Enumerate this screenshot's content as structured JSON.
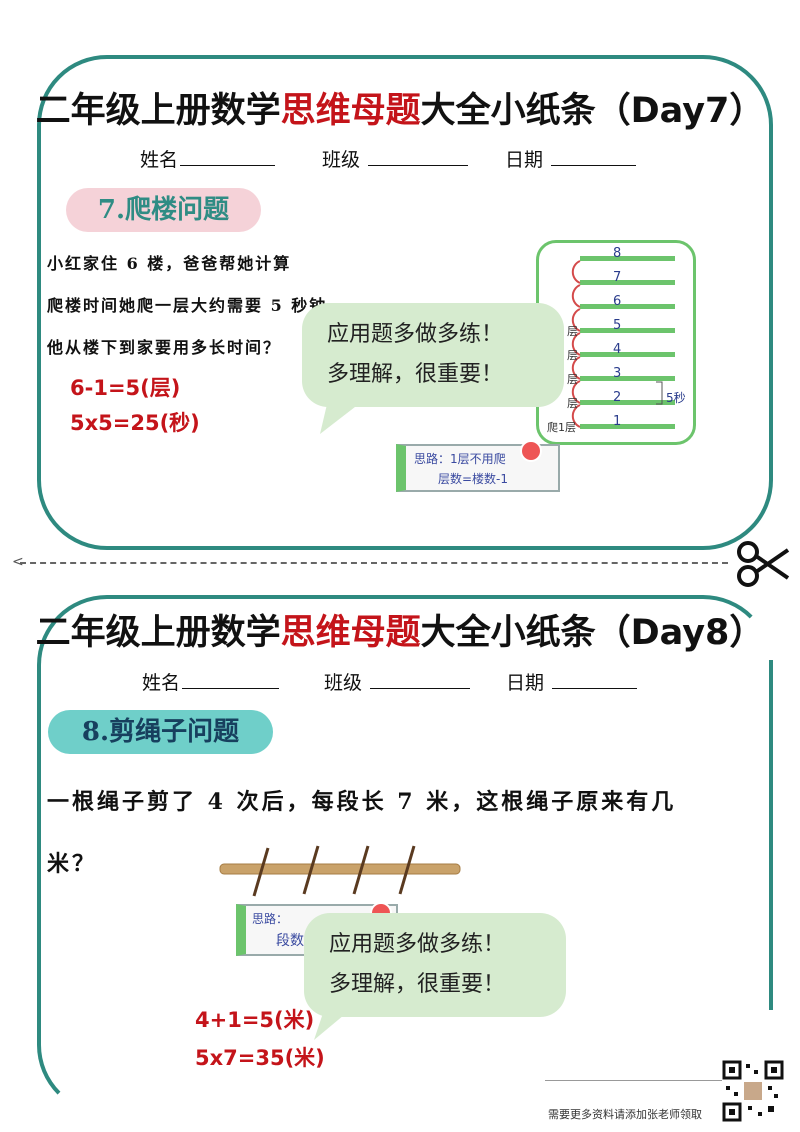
{
  "day7": {
    "title_prefix": "二年级上册数学",
    "title_highlight": "思维母题",
    "title_suffix": "大全小纸条（Day7）",
    "name_label": "姓名",
    "class_label": "班级",
    "date_label": "日期",
    "pill": "7.爬楼问题",
    "question_lines": [
      "小红家住 6 楼，爸爸帮她计算",
      "爬楼时间她爬一层大约需要 5 秒钟",
      "他从楼下到家要用多长时间？"
    ],
    "answers": [
      "6-1=5(层)",
      "5x5=25(秒)"
    ],
    "bubble_lines": [
      "应用题多做多练！",
      "多理解，很重要！"
    ],
    "stair_numbers": [
      "8",
      "7",
      "6",
      "5",
      "4",
      "3",
      "2",
      "1"
    ],
    "stair_side_labels": [
      "层",
      "层",
      "层",
      "层",
      "爬1层"
    ],
    "seconds_label": "5秒",
    "hint_lines": [
      "思路：1层不用爬",
      "层数=楼数-1"
    ]
  },
  "day8": {
    "title_prefix": "二年级上册数学",
    "title_highlight": "思维母题",
    "title_suffix": "大全小纸条（Day8）",
    "name_label": "姓名",
    "class_label": "班级",
    "date_label": "日期",
    "pill": "8.剪绳子问题",
    "question_line1": "一根绳子剪了 4 次后，每段长 7 米，这根绳子原来有几",
    "question_line2": "米？",
    "hint_lines": [
      "思路：",
      "段数"
    ],
    "bubble_lines": [
      "应用题多做多练！",
      "多理解，很重要！"
    ],
    "answers": [
      "4+1=5(米)",
      "5x7=35(米)"
    ]
  },
  "footer": {
    "text": "需要更多资料请添加张老师领取"
  },
  "colors": {
    "border": "#2e8a80",
    "highlight": "#c4141a",
    "bubble": "#d6ebcf",
    "pill7": "#f5d2d8",
    "pill8": "#6fcfc9"
  }
}
